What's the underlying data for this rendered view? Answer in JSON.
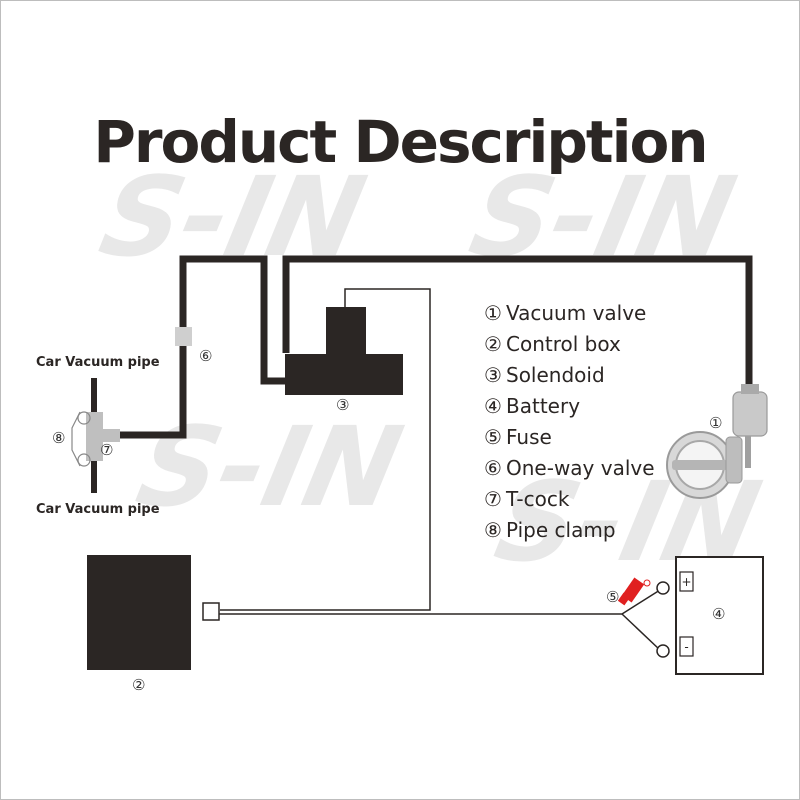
{
  "title": "Product Description",
  "watermark": "S-IN",
  "labels": {
    "vacuum_top": "Car Vacuum pipe",
    "vacuum_bottom": "Car Vacuum pipe"
  },
  "components": [
    {
      "num": "①",
      "name": "Vacuum valve"
    },
    {
      "num": "②",
      "name": "Control box"
    },
    {
      "num": "③",
      "name": "Solendoid"
    },
    {
      "num": "④",
      "name": "Battery"
    },
    {
      "num": "⑤",
      "name": "Fuse"
    },
    {
      "num": "⑥",
      "name": "One-way valve"
    },
    {
      "num": "⑦",
      "name": "T-cock"
    },
    {
      "num": "⑧",
      "name": "Pipe clamp"
    }
  ],
  "battery": {
    "plus": "+",
    "minus": "-"
  },
  "colors": {
    "ink": "#2b2624",
    "fuse": "#e02020",
    "watermark": "#e6e6e6",
    "valve_gray": "#b9b9b9"
  }
}
